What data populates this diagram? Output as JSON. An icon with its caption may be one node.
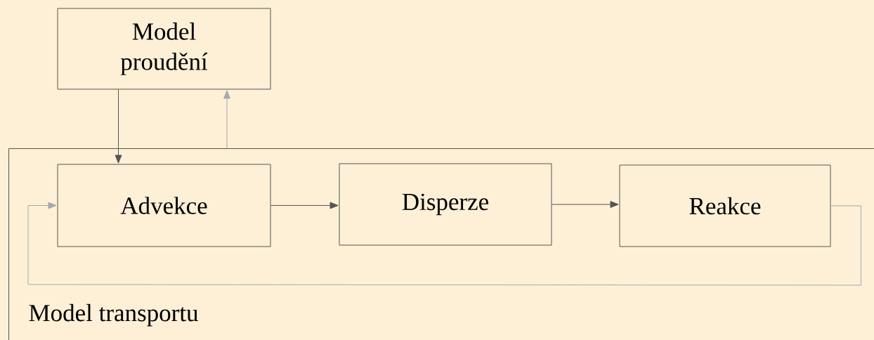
{
  "diagram": {
    "nodes": [
      {
        "text": [
          "Model proudění"
        ]
      },
      {
        "text": [
          "Model transportu"
        ]
      },
      {
        "text": [
          "Advekce"
        ],
        "in": 1
      },
      {
        "text": [
          "Disperze"
        ],
        "in": 1
      },
      {
        "text": [
          "Reakce"
        ],
        "in": 1
      }
    ],
    "edges": [
      {
        "from": 0,
        "to": 2,
        "arrow": "to"
      },
      {
        "from": 1,
        "to": 0,
        "arrow": "to",
        "color": "#a4a8b4"
      },
      {
        "from": 2,
        "to": 3,
        "arrow": "to"
      },
      {
        "from": 3,
        "to": 4,
        "arrow": "to"
      },
      {
        "from": 4,
        "to": 2,
        "arrow": "to",
        "color": "#a4a8b4"
      }
    ]
  }
}
